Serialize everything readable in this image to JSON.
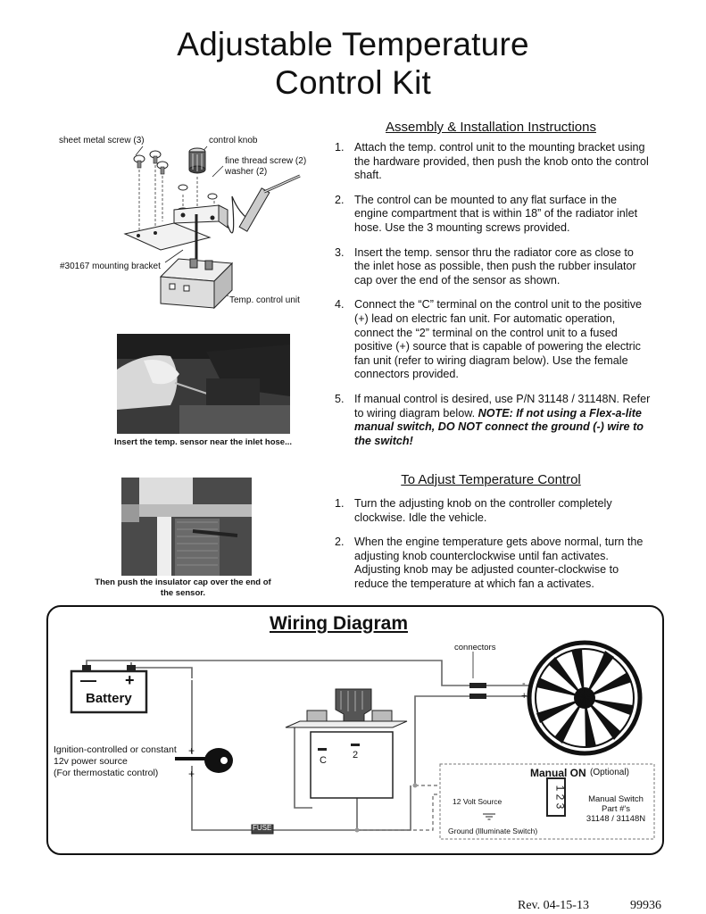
{
  "title": {
    "line1": "Adjustable Temperature",
    "line2": "Control Kit"
  },
  "assembly": {
    "heading": "Assembly & Installation Instructions",
    "steps": [
      {
        "num": "1.",
        "text": "Attach the temp. control unit to the mounting bracket using the hardware provided, then push the knob onto the control shaft."
      },
      {
        "num": "2.",
        "text": "The control can be mounted to any flat surface in the engine compartment that is within 18” of the radiator inlet hose.  Use the 3 mounting screws provided."
      },
      {
        "num": "3.",
        "text": "Insert the temp. sensor thru the radiator core as close to the inlet hose as possible, then push the rubber insulator cap over the end of the sensor as shown."
      },
      {
        "num": "4.",
        "text": "Connect the “C” terminal on the control unit to the positive (+) lead on electric fan unit.  For automatic operation, connect the “2” terminal on the control unit to a fused positive (+) source that is capable of powering the electric fan unit (refer to wiring diagram below). Use the female connectors provided."
      }
    ],
    "step5": {
      "num": "5.",
      "text": "If manual control is desired, use P/N 31148 / 31148N. Refer to wiring diagram below.",
      "note": "NOTE: If not using a Flex-a-lite manual switch, DO NOT connect the ground (-) wire to the switch!"
    }
  },
  "adjust": {
    "heading": "To Adjust Temperature Control",
    "steps": [
      {
        "num": "1.",
        "text": "Turn the adjusting knob on the controller completely clockwise. Idle the vehicle."
      },
      {
        "num": "2.",
        "text": "When the engine temperature gets above normal, turn the adjusting knob counterclockwise until fan activates. Adjusting knob may be adjusted counter-clockwise to reduce the temperature at which fan a activates."
      }
    ]
  },
  "exploded_view": {
    "sheet_metal_screw": "sheet metal screw (3)",
    "control_knob": "control knob",
    "fine_thread_screw": "fine thread screw (2)",
    "washer": "washer (2)",
    "mounting_bracket": "#30167 mounting bracket",
    "control_unit": "Temp. control unit"
  },
  "photos": {
    "caption1": "Insert the temp. sensor near the inlet hose...",
    "caption2_line1": "Then push the insulator cap over the end of",
    "caption2_line2": "the sensor."
  },
  "wiring": {
    "title": "Wiring Diagram",
    "connectors": "connectors",
    "battery": "Battery",
    "battery_minus": "—",
    "battery_plus": "+",
    "fan_minus": "-",
    "fan_plus": "+",
    "ignition_line1": "Ignition-controlled or constant",
    "ignition_line2": "12v power source",
    "ignition_line3": "(For thermostatic control)",
    "plus1": "+",
    "plus2": "+",
    "terminal_c": "C",
    "terminal_2": "2",
    "fuse": "FUSE",
    "manual_on": "Manual ON",
    "optional": "(Optional)",
    "volt_source": "12 Volt Source",
    "ground": "Ground (Illuminate Switch)",
    "switch_numbers": "1 2 3",
    "manual_switch_line1": "Manual Switch",
    "manual_switch_line2": "Part #'s",
    "manual_switch_line3": "31148 / 31148N"
  },
  "footer": {
    "rev": "Rev. 04-15-13",
    "part": "99936"
  }
}
